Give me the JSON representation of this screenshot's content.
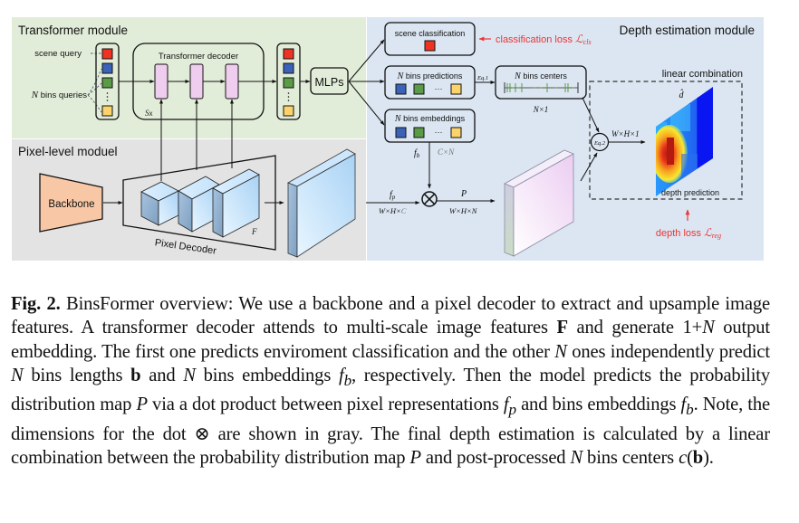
{
  "diagram": {
    "panels": {
      "transformer": "Transformer module",
      "pixel": "Pixel-level moduel",
      "depth": "Depth estimation module"
    },
    "queries": {
      "scene_query": "scene query",
      "bins_queries_n": "N",
      "bins_queries": " bins queries"
    },
    "decoder": {
      "title": "Transformer decoder",
      "repeat_s": "S",
      "repeat_x": "x"
    },
    "mlps": "MLPs",
    "heads": {
      "scene_classification": "scene classification",
      "bins_predictions_n": "N",
      "bins_predictions": " bins predictions",
      "bins_embeddings_n": "N",
      "bins_embeddings": " bins embeddings",
      "ellipsis": "···"
    },
    "bins_centers": {
      "n": "N",
      "label": " bins centers",
      "dim": "N×1"
    },
    "eq1": "Eq.1",
    "eq2": "Eq.2",
    "losses": {
      "classification": "classification loss ",
      "classification_sym": "ℒ",
      "classification_sub": "cls",
      "depth": "depth loss ",
      "depth_sym": "ℒ",
      "depth_sub": "reg"
    },
    "linear_combination": "linear combination",
    "d_hat": "d̂",
    "depth_prediction": "depth prediction",
    "dims": {
      "whx1": "W×H×1",
      "fb": "f",
      "fb_sub": "b",
      "cxn": "C×N",
      "fp": "f",
      "fp_sub": "p",
      "whc_prefix": "W×H×",
      "whc_c": "C",
      "p": "P",
      "whn": "W×H×N"
    },
    "backbone": "Backbone",
    "pixel_decoder": "Pixel Decoder",
    "F": "F",
    "colors": {
      "green_panel": "#e2edd9",
      "gray_panel": "#e3e3e3",
      "blue_panel": "#dbe6f2",
      "red": "#ee3322",
      "blue": "#3a62b8",
      "green": "#5b9a46",
      "yellow": "#fcd26a",
      "pink": "#efcdee",
      "backbone": "#f8c8a6",
      "loss_red": "#ee3333"
    }
  },
  "caption": {
    "label": "Fig. 2.",
    "t1": " BinsFormer overview: We use a backbone and a pixel decoder to extract and upsample image features. A transformer decoder attends to multi-scale image features ",
    "F": "F",
    "t2": " and generate 1+",
    "N1": "N",
    "t3": " output embedding. The first one predicts enviroment classification and the other ",
    "N2": "N",
    "t4": " ones independently predict ",
    "N3": "N",
    "t5": " bins lengths ",
    "b1": "b",
    "t6": " and ",
    "N4": "N",
    "t7": " bins embeddings ",
    "fb1": "f",
    "fb1_sub": "b",
    "t8": ", respectively. Then the model predicts the probability distribution map ",
    "P1": "P",
    "t9": " via a dot product between pixel representations ",
    "fp": "f",
    "fp_sub": "p",
    "t10": " and bins embeddings ",
    "fb2": "f",
    "fb2_sub": "b",
    "t11": ". Note, the dimensions for the dot ",
    "otimes": "⊗",
    "t12": " are shown in gray. The final depth estimation is calculated by a linear combination between the probability distribution map ",
    "P2": "P",
    "t13": " and post-processed ",
    "N5": "N",
    "t14": " bins centers ",
    "c": "c",
    "t15": "(",
    "b2": "b",
    "t16": ")."
  }
}
